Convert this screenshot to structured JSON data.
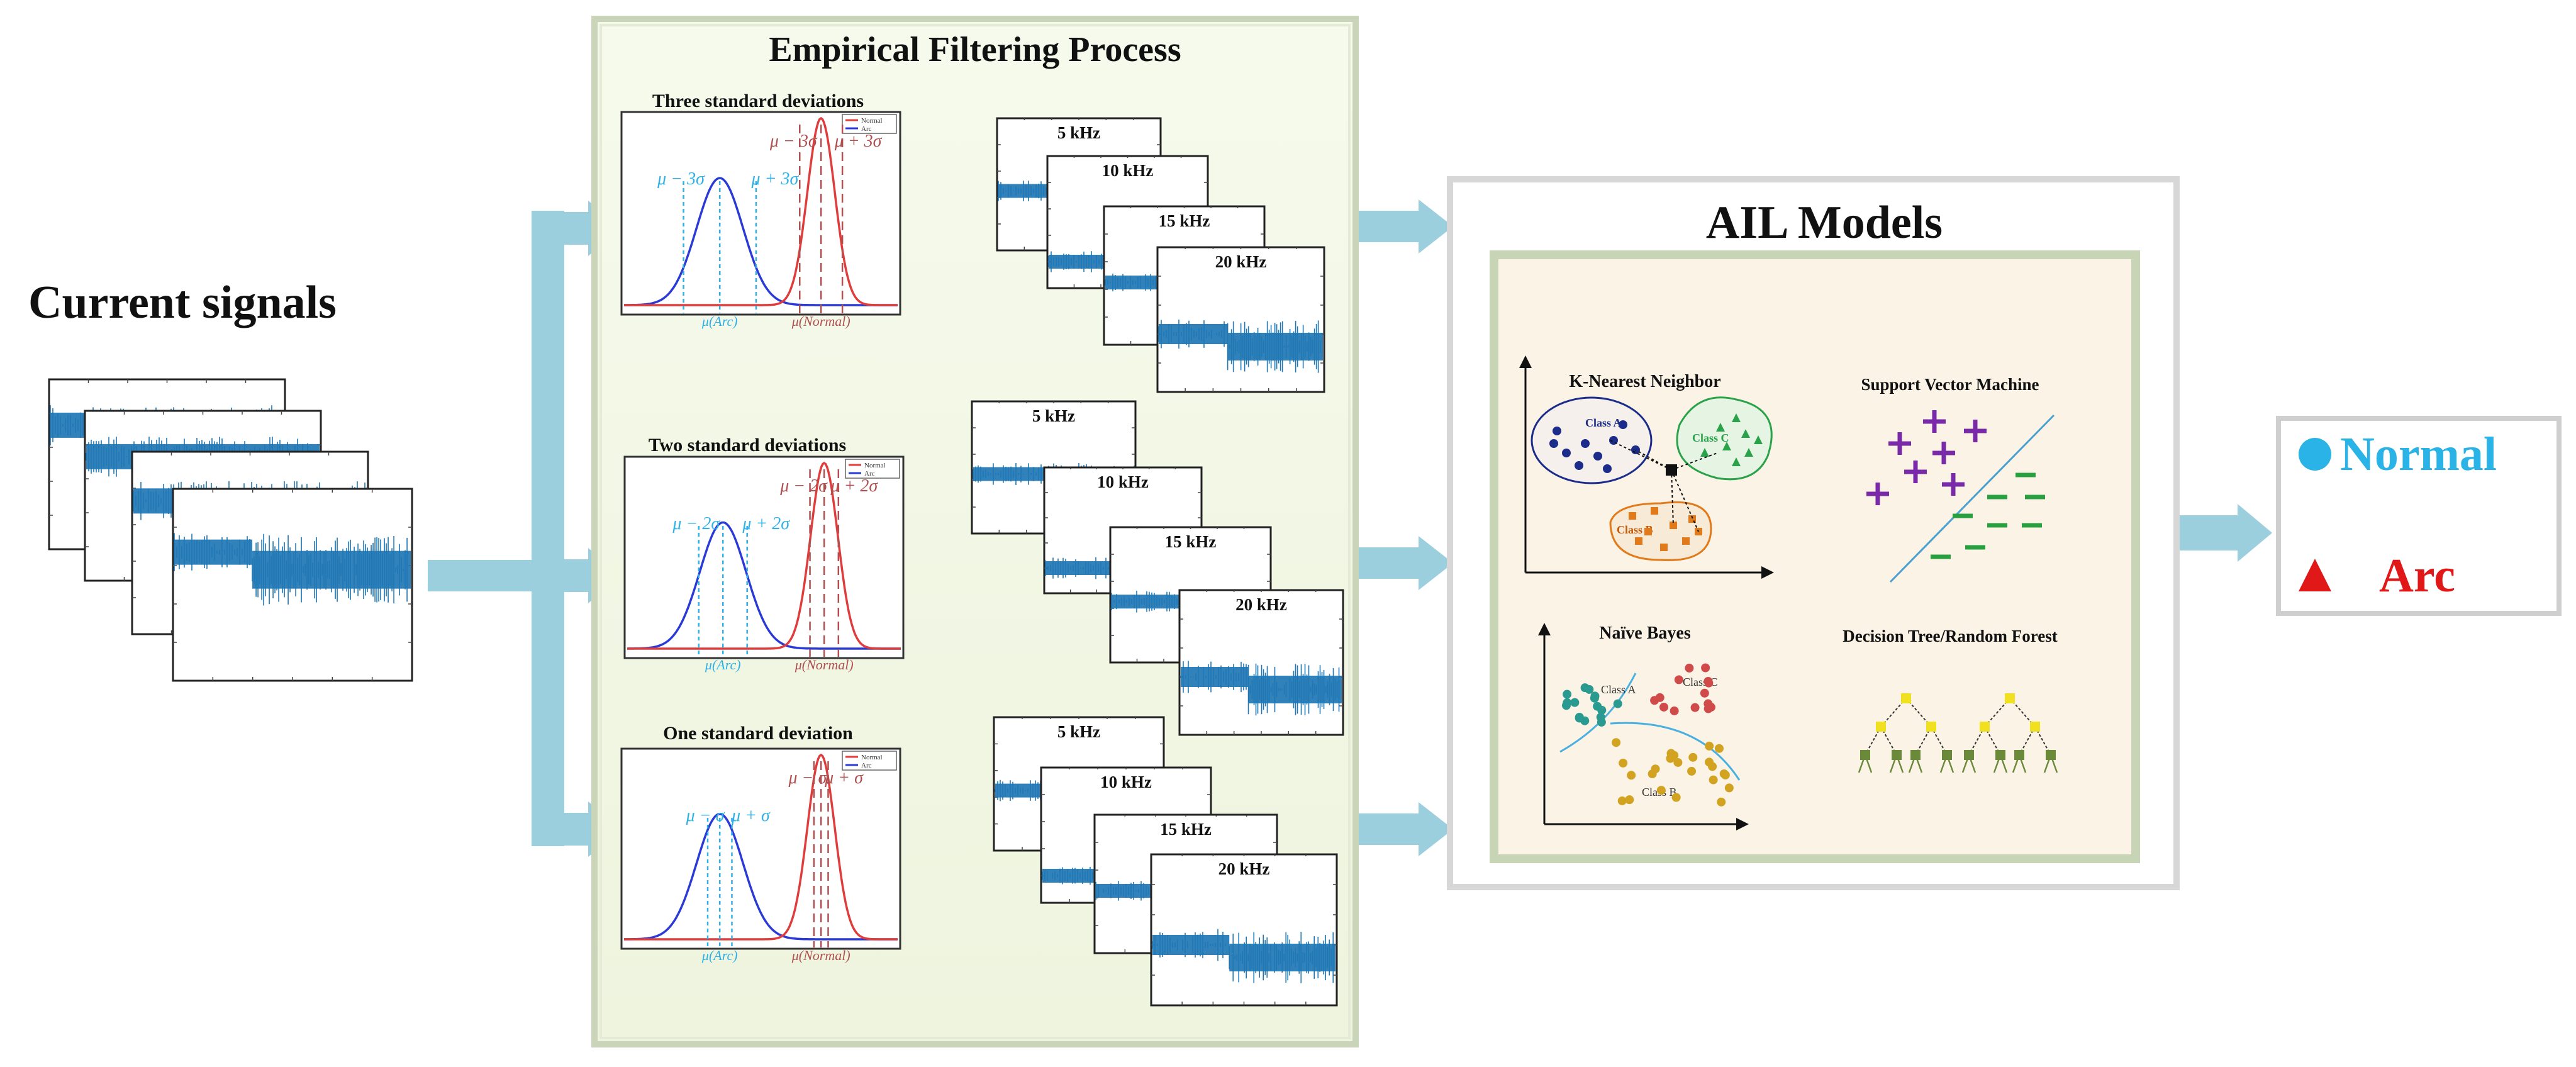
{
  "input": {
    "title": "Current signals"
  },
  "filtering": {
    "title": "Empirical Filtering Process",
    "rows": [
      {
        "title": "Three standard deviations",
        "arc_label": "μ − 3σ",
        "arc_plus_label": "μ + 3σ",
        "normal_minus_label": "μ − 3σ",
        "normal_plus_label": "μ + 3σ",
        "mu_arc": "μ(Arc)",
        "mu_normal": "μ(Normal)"
      },
      {
        "title": "Two standard deviations",
        "arc_label": "μ − 2σ",
        "arc_plus_label": "μ + 2σ",
        "normal_minus_label": "μ − 2σ",
        "normal_plus_label": "μ + 2σ",
        "mu_arc": "μ(Arc)",
        "mu_normal": "μ(Normal)"
      },
      {
        "title": "One standard deviation",
        "arc_label": "μ − σ",
        "arc_plus_label": "μ + σ",
        "normal_minus_label": "μ − σ",
        "normal_plus_label": "μ + σ",
        "mu_arc": "μ(Arc)",
        "mu_normal": "μ(Normal)"
      }
    ],
    "legend": [
      "Normal",
      "Arc"
    ],
    "freq_labels": [
      "5 kHz",
      "10 kHz",
      "15 kHz",
      "20 kHz"
    ]
  },
  "models": {
    "title": "AIL Models",
    "knn": {
      "title": "K-Nearest Neighbor",
      "class_a": "Class A",
      "class_b": "Class B",
      "class_c": "Class C"
    },
    "svm": {
      "title": "Support Vector Machine"
    },
    "nb": {
      "title": "Naïve Bayes",
      "class_a": "Class A",
      "class_b": "Class B",
      "class_c": "Class C"
    },
    "dt": {
      "title": "Decision Tree/Random Forest"
    }
  },
  "output": {
    "normal_label": "Normal",
    "arc_label": "Arc"
  },
  "colors": {
    "arrow": "#9ccfde",
    "panel_bg": "#f3f8e6",
    "panel_border": "#c8d4b6",
    "models_bg": "#fbf3e6",
    "signal": "#1f77b4",
    "normal_curve": "#e03c3c",
    "arc_curve": "#2a3ad6",
    "cyan_text": "#29b3e6",
    "red_text": "#e02020",
    "accent_red": "#b05050"
  }
}
